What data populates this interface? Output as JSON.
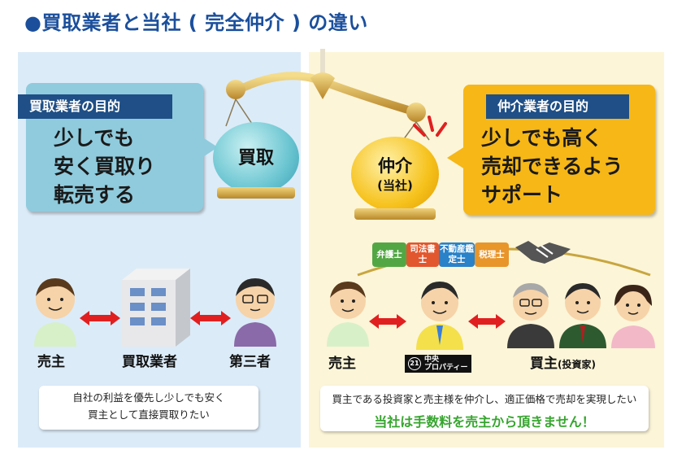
{
  "title": "●買取業者と当社 ( 完全仲介 ) の違い",
  "left": {
    "tag": "買取業者の目的",
    "bubble_lines": [
      "少しでも",
      "安く買取り",
      "転売する"
    ],
    "ball": "買取",
    "people": {
      "seller": "売主",
      "dealer": "買取業者",
      "third": "第三者"
    },
    "note_lines": [
      "自社の利益を優先し少しでも安く",
      "買主として直接買取りたい"
    ]
  },
  "right": {
    "tag": "仲介業者の目的",
    "bubble_lines": [
      "少しでも高く",
      "売却できるよう",
      "サポート"
    ],
    "ball_line1": "仲介",
    "ball_line2": "(当社)",
    "puzzle": [
      "弁護士",
      "司法書士",
      "不動産鑑定士",
      "税理士"
    ],
    "people": {
      "seller": "売主",
      "buyer": "買主",
      "buyer_sub": "(投資家)"
    },
    "logo_line1": "中央",
    "logo_line2": "プロパティー",
    "logo_mark": "21",
    "note": "買主である投資家と売主様を仲介し、適正価格で売却を実現したい",
    "highlight": "当社は手数料を売主から頂きません！"
  },
  "colors": {
    "title": "#1b4f9c",
    "tag": "#1f4f86",
    "left_bubble": "#8fcbdd",
    "right_bubble": "#f6b717",
    "highlight": "#37a52f",
    "arrow": "#e02020"
  },
  "icons": [
    "balance-scale-icon",
    "handshake-icon",
    "building-icon",
    "double-arrow-icon",
    "person-icon",
    "emphasis-lines-icon"
  ]
}
